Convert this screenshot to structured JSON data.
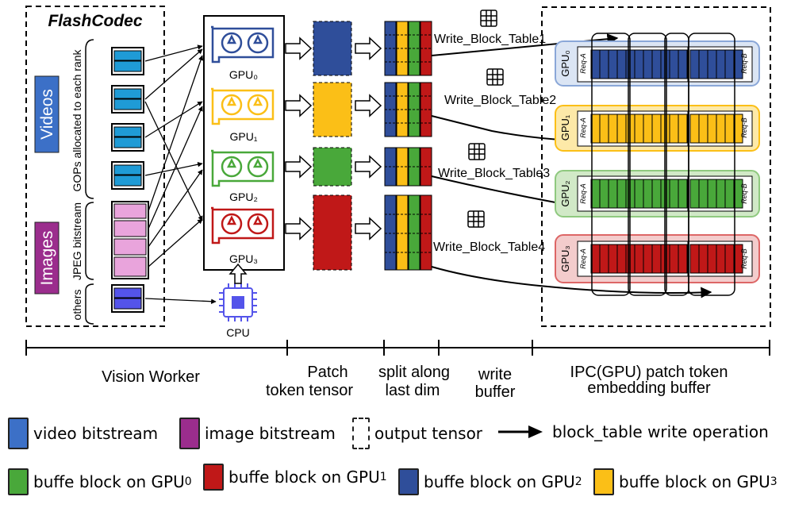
{
  "colors": {
    "blue": "#2f4e9a",
    "yellow": "#fbbf17",
    "green": "#49a83a",
    "red": "#c01818",
    "video_blue": "#3c70c7",
    "image_purple": "#9b2d8d",
    "cyan": "#1f9bd6",
    "pink": "#e9a4dc",
    "violet": "#5454ea"
  },
  "diagram": {
    "flashcodec_title": "FlashCodec",
    "videos_label": "Videos",
    "images_label": "Images",
    "gops_label": "GOPs allocated to each rank",
    "jpeg_label": "JPEG bitstream",
    "others_label": "others",
    "gpu_labels": [
      "GPU₀",
      "GPU₁",
      "GPU₂",
      "GPU₃"
    ],
    "cpu_label": "CPU",
    "write_tables": [
      "Write_Block_Table1",
      "Write_Block_Table2",
      "Write_Block_Table3",
      "Write_Block_Table4"
    ],
    "buffer_gpu_labels": [
      "GPU₀",
      "GPU₁",
      "GPU₂",
      "GPU₃"
    ],
    "req_a": "Req-A",
    "req_b": "Req-B"
  },
  "timeline": {
    "segments": [
      {
        "line1": "Vision Worker",
        "line2": ""
      },
      {
        "line1": "Patch",
        "line2": "token tensor"
      },
      {
        "line1": "split along",
        "line2": "last dim"
      },
      {
        "line1": "write",
        "line2": "buffer"
      },
      {
        "line1": "IPC(GPU) patch token",
        "line2": "embedding buffer"
      }
    ]
  },
  "legend": {
    "row1": {
      "video": "video bitstream",
      "image": "image bitstream",
      "output": "output tensor",
      "arrow": "block_table write operation"
    },
    "row2": [
      {
        "text": "buffe block on GPU",
        "sub": "0",
        "color": "#49a83a"
      },
      {
        "text": "buffe block on GPU",
        "sub": "1",
        "color": "#c01818"
      },
      {
        "text": "buffe block on GPU",
        "sub": "2",
        "color": "#2f4e9a"
      },
      {
        "text": "buffe block on GPU",
        "sub": "3",
        "color": "#fbbf17"
      }
    ]
  }
}
